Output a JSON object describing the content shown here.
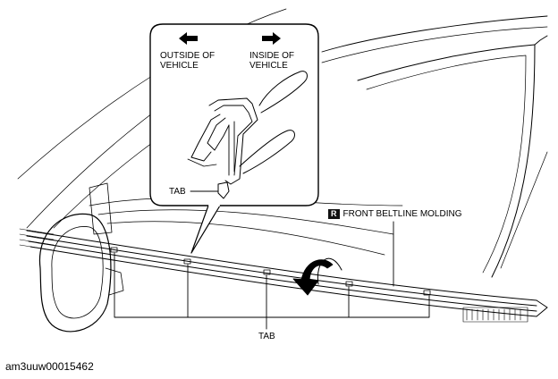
{
  "labels": {
    "outside_line1": "OUTSIDE OF",
    "outside_line2": "VEHICLE",
    "inside_line1": "INSIDE OF",
    "inside_line2": "VEHICLE",
    "tab_callout": "TAB",
    "badge_letter": "R",
    "molding": "FRONT BELTLINE MOLDING",
    "tab_bottom": "TAB"
  },
  "figure_code": "am3uuw00015462",
  "colors": {
    "ink": "#000000",
    "background": "#ffffff",
    "badge": "#111111"
  }
}
